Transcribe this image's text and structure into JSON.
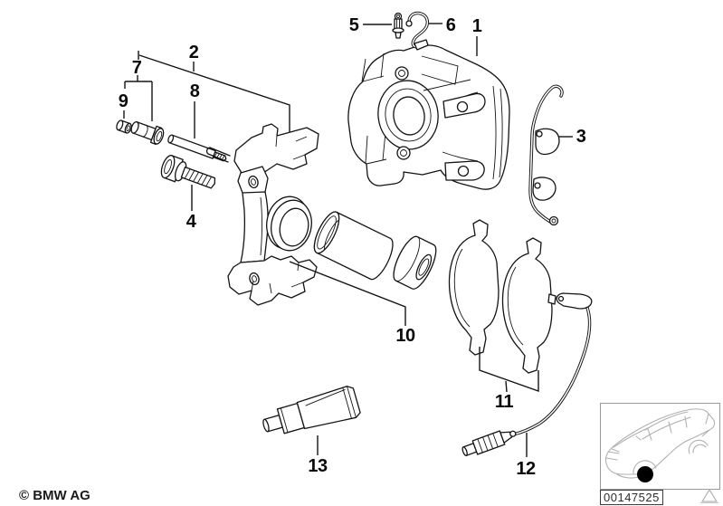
{
  "diagram": {
    "callouts": [
      {
        "label": "1"
      },
      {
        "label": "2"
      },
      {
        "label": "3"
      },
      {
        "label": "4"
      },
      {
        "label": "5"
      },
      {
        "label": "6"
      },
      {
        "label": "7"
      },
      {
        "label": "8"
      },
      {
        "label": "9"
      },
      {
        "label": "10"
      },
      {
        "label": "11"
      },
      {
        "label": "12"
      },
      {
        "label": "13"
      }
    ],
    "copyright": "© BMW AG",
    "thumbnail": {
      "part_number": "00147525",
      "marker_icon": "front-wheel-position-dot",
      "vehicle_icon": "bmw-sedan-outline",
      "corner_icon": "triangle-outline"
    }
  },
  "colors": {
    "background": "#ffffff",
    "line": "#141414",
    "thumbnail_line": "#b0b0b0",
    "wheel_marker": "#000000"
  }
}
